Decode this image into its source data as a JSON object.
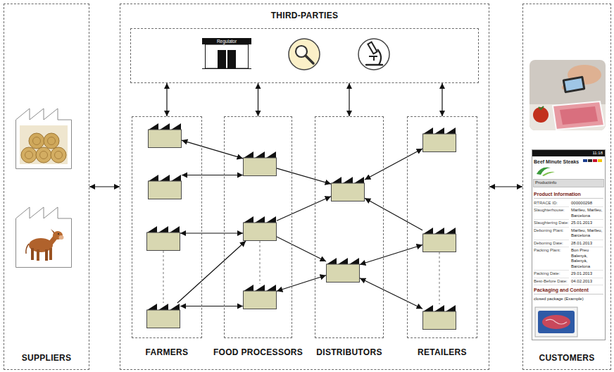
{
  "diagram": {
    "nodes": [
      {
        "text": [
          "SUPPLIERS"
        ]
      },
      {
        "text": [],
        "in": 0
      },
      {
        "text": [],
        "in": 0
      },
      {
        "text": []
      },
      {
        "text": [
          "THIRD-PARTIES"
        ],
        "in": 3
      },
      {
        "text": [
          "Regulator"
        ],
        "in": 4
      },
      {
        "text": [
          "FARMERS"
        ],
        "in": 3
      },
      {
        "text": [],
        "in": 6
      },
      {
        "text": [],
        "in": 6
      },
      {
        "text": [],
        "in": 6
      },
      {
        "text": [],
        "in": 6
      },
      {
        "text": [
          "FOOD PROCESSORS"
        ],
        "in": 3
      },
      {
        "text": [],
        "in": 11
      },
      {
        "text": [],
        "in": 11
      },
      {
        "text": [],
        "in": 11
      },
      {
        "text": [
          "DISTRIBUTORS"
        ],
        "in": 3
      },
      {
        "text": [],
        "in": 15
      },
      {
        "text": [],
        "in": 15
      },
      {
        "text": [
          "RETAILERS"
        ],
        "in": 3
      },
      {
        "text": [],
        "in": 18
      },
      {
        "text": [],
        "in": 18
      },
      {
        "text": [],
        "in": 18
      },
      {
        "text": [
          "CUSTOMERS"
        ]
      },
      {
        "text": [
          "11:18",
          "Beef Minute Steaks",
          "Productinfo",
          "Product Information",
          "RTRACE ID:",
          "000000298",
          "Slaughterhouse:",
          "Marlleu, Marlleu, Barcelona",
          "Slaughtering Date:",
          "25.01.2013",
          "Deboning Plant:",
          "Marlleu, Marlleu, Barcelona",
          "Deboning Date:",
          "28.01.2013",
          "Packing Plant:",
          "Bon Preu Balenyà, Balenyà, Barcelona",
          "Packing Date:",
          "29.01.2013",
          "Best-Before Date:",
          "04.02.2013",
          "Packaging and Content",
          "closed package (Example)"
        ],
        "in": 22
      }
    ],
    "edges": [
      {
        "from": 0,
        "to": 3,
        "arrow": "both"
      },
      {
        "from": 3,
        "to": 22,
        "arrow": "both"
      },
      {
        "from": 4,
        "to": 6,
        "arrow": "both"
      },
      {
        "from": 4,
        "to": 11,
        "arrow": "both"
      },
      {
        "from": 4,
        "to": 15,
        "arrow": "both"
      },
      {
        "from": 4,
        "to": 18,
        "arrow": "both"
      },
      {
        "from": 7,
        "to": 12,
        "arrow": "both"
      },
      {
        "from": 8,
        "to": 12,
        "arrow": "both"
      },
      {
        "from": 9,
        "to": 13,
        "arrow": "both"
      },
      {
        "from": 10,
        "to": 13,
        "arrow": "to"
      },
      {
        "from": 10,
        "to": 14,
        "arrow": "both"
      },
      {
        "from": 9,
        "to": 10,
        "arrow": "none"
      },
      {
        "from": 12,
        "to": 16,
        "arrow": "to"
      },
      {
        "from": 13,
        "to": 16,
        "arrow": "to"
      },
      {
        "from": 13,
        "to": 17,
        "arrow": "to"
      },
      {
        "from": 14,
        "to": 17,
        "arrow": "both"
      },
      {
        "from": 13,
        "to": 14,
        "arrow": "none"
      },
      {
        "from": 16,
        "to": 19,
        "arrow": "both"
      },
      {
        "from": 20,
        "to": 16,
        "arrow": "to"
      },
      {
        "from": 17,
        "to": 20,
        "arrow": "both"
      },
      {
        "from": 17,
        "to": 21,
        "arrow": "both"
      },
      {
        "from": 20,
        "to": 21,
        "arrow": "none"
      }
    ]
  }
}
